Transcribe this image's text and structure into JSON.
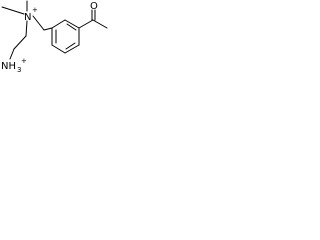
{
  "molecule": {
    "ammonium_n": {
      "symbol": "N",
      "charge": "+"
    },
    "amine_n": {
      "symbol": "NH",
      "subscript": "3",
      "charge": "+"
    },
    "carbonyl_o": {
      "symbol": "O"
    }
  },
  "colors": {
    "bond": "#000000",
    "background": "#ffffff"
  }
}
